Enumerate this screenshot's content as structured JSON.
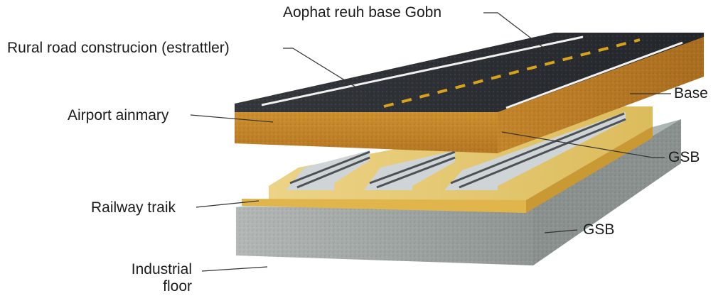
{
  "diagram": {
    "labels": {
      "asphalt_top": "Aophat reuh base Gobn",
      "rural_road": "Rural road construcion (estrattler)",
      "airport": "Airport ainmary",
      "railway": "Railway traik",
      "industrial_line1": "Industrial",
      "industrial_line2": "floor",
      "base": "Base",
      "gsb_upper": "GSB",
      "gsb_lower": "GSB"
    },
    "colors": {
      "asphalt": "#2b2e33",
      "lane_marking_center": "#d9a21c",
      "lane_marking_edge": "#f1f1f1",
      "base_layer": "#c98a2c",
      "gsb_layer": "#e4c46a",
      "rail": "#5c5f63",
      "sub_base": "#9aa0a0"
    }
  }
}
